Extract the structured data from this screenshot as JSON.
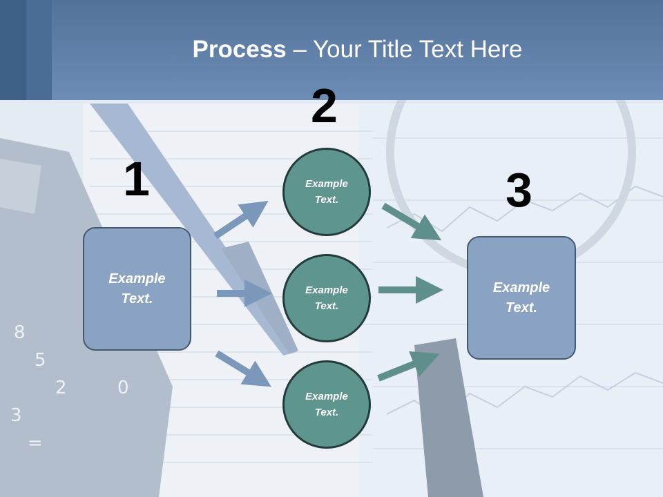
{
  "title": {
    "bold": "Process",
    "rest": " – Your Title Text Here"
  },
  "steps": {
    "one": "1",
    "two": "2",
    "three": "3"
  },
  "left_box": {
    "line1": "Example",
    "line2": "Text."
  },
  "right_box": {
    "line1": "Example",
    "line2": "Text."
  },
  "circles": [
    {
      "line1": "Example",
      "line2": "Text."
    },
    {
      "line1": "Example",
      "line2": "Text."
    },
    {
      "line1": "Example",
      "line2": "Text."
    }
  ],
  "colors": {
    "header": "#6d8db6",
    "box_fill": "#8aa3c3",
    "circle_fill": "#5f958f",
    "arrow_blue": "#7b97ba",
    "arrow_teal": "#5e8f8c"
  }
}
